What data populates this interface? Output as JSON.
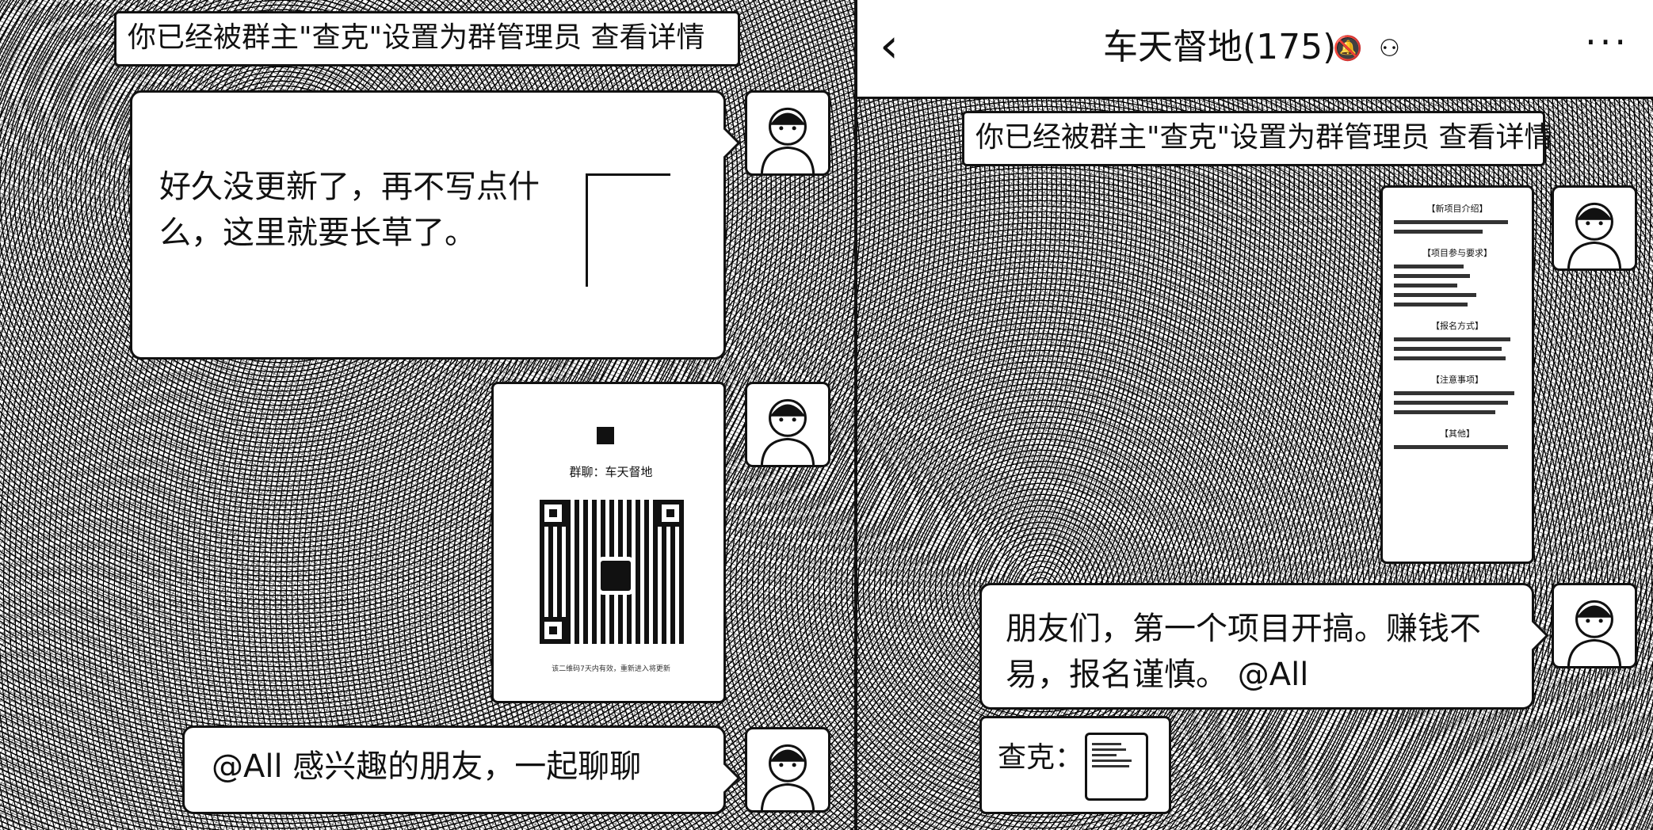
{
  "left": {
    "system_notice": "你已经被群主\"查克\"设置为群管理员 查看详情",
    "messages": [
      {
        "text": "好久没更新了，再不写点什么，这里就要长草了。"
      },
      {
        "qr_group_label": "群聊：车天督地",
        "qr_footer": "该二维码7天内有效，重新进入将更新"
      },
      {
        "text": "@All 感兴趣的朋友，一起聊聊"
      }
    ]
  },
  "right": {
    "header": {
      "back_icon": "chevron-left",
      "title": "车天督地(175)",
      "mute_icon": "bell-off",
      "ear_icon": "ear",
      "more_label": "···"
    },
    "system_notice": "你已经被群主\"查克\"设置为群管理员 查看详情",
    "doc_sections": [
      "【新项目介绍】",
      "【项目参与要求】",
      "【报名方式】",
      "【注意事项】",
      "【其他】"
    ],
    "messages": [
      {
        "text": "朋友们，第一个项目开搞。赚钱不易，报名谨慎。 @All"
      },
      {
        "quote_sender": "查克："
      }
    ]
  },
  "colors": {
    "ink": "#111111",
    "paper": "#ffffff"
  }
}
